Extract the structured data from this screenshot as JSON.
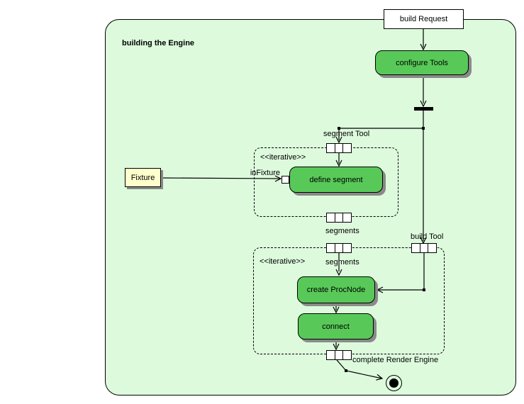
{
  "frame": {
    "title": "building the Engine"
  },
  "nodes": {
    "build_request": "build Request",
    "configure_tools": "configure Tools",
    "define_segment": "define segment",
    "create_procnode": "create ProcNode",
    "connect": "connect"
  },
  "note": {
    "label": "Fixture"
  },
  "regions": {
    "segment": {
      "stereotype": "<<iterative>>"
    },
    "build": {
      "stereotype": "<<iterative>>"
    }
  },
  "labels": {
    "segment_tool": "segment Tool",
    "in_fixture": "inFixture",
    "segments_out": "segments",
    "segments_in": "segments",
    "build_tool": "build Tool",
    "complete_render_engine": "complete Render Engine"
  },
  "colors": {
    "frame_fill": "#ddfadd",
    "activity_fill": "#58c958",
    "note_fill": "#ffffcc",
    "shadow": "#8a8a8a",
    "line": "#000000",
    "canvas_bg": "#ffffff"
  }
}
